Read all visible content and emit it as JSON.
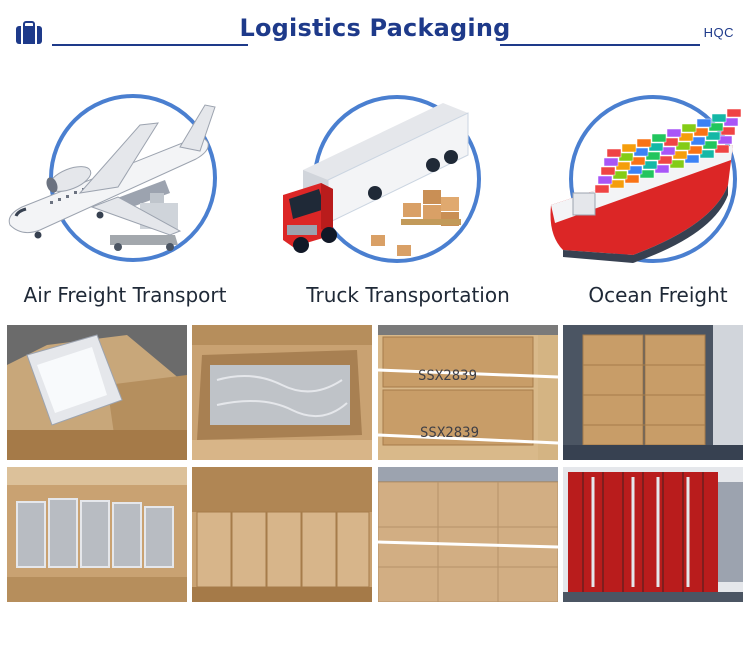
{
  "header": {
    "title": "Logistics Packaging",
    "brand": "HQC",
    "logo_icon": "briefcase-icon",
    "accent_color": "#1e3a8a"
  },
  "transport": [
    {
      "label": "Air Freight Transport",
      "icon": "airplane-icon"
    },
    {
      "label": "Truck Transportation",
      "icon": "truck-icon"
    },
    {
      "label": "Ocean Freight",
      "icon": "cargo-ship-icon"
    }
  ],
  "photos": {
    "row1": [
      {
        "name": "product-in-foam-box-photo",
        "box_text": ""
      },
      {
        "name": "wrapped-unit-in-carton-photo",
        "box_text": ""
      },
      {
        "name": "carton-stack-on-pallet-photo",
        "box_text": "SSX2839"
      },
      {
        "name": "loaded-container-photo",
        "box_text": ""
      }
    ],
    "row2": [
      {
        "name": "units-in-carton-photo"
      },
      {
        "name": "carton-row-photo"
      },
      {
        "name": "wrapped-pallet-photo"
      },
      {
        "name": "shipping-container-photo"
      }
    ]
  }
}
